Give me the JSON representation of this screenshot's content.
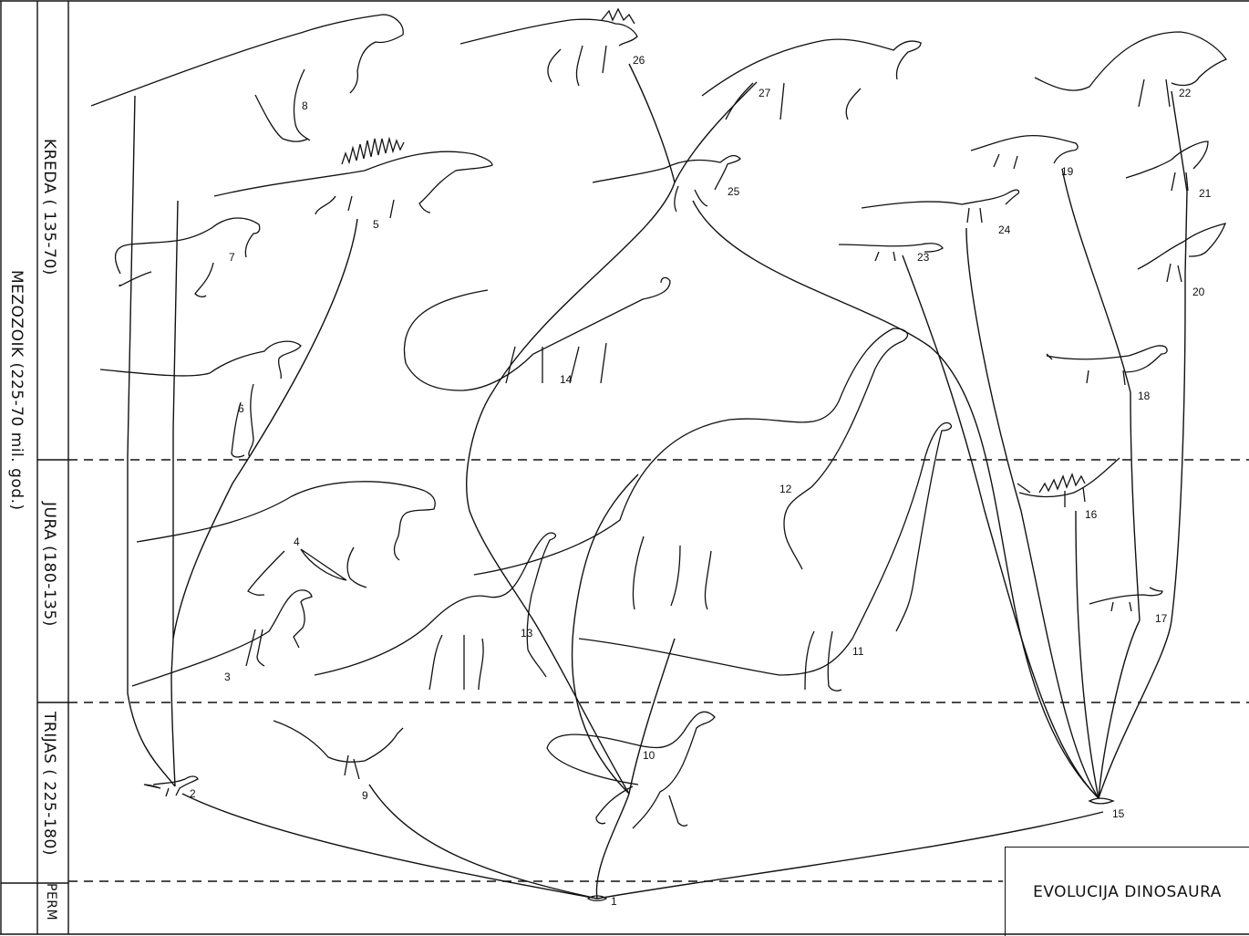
{
  "title": "EVOLUCIJA DINOSAURA",
  "era": "MEZOZOIK (225-70 mil. god.)",
  "periods": [
    {
      "key": "kreda",
      "label": "KREDA ( 135-70)"
    },
    {
      "key": "jura",
      "label": "JURA (180-135)"
    },
    {
      "key": "trijas",
      "label": "TRIJAS ( 225-180)"
    },
    {
      "key": "perm",
      "label": "PERM"
    }
  ],
  "specimens": [
    "1",
    "2",
    "3",
    "4",
    "5",
    "6",
    "7",
    "8",
    "9",
    "10",
    "11",
    "12",
    "13",
    "14",
    "15",
    "16",
    "17",
    "18",
    "19",
    "20",
    "21",
    "22",
    "23",
    "24",
    "25",
    "26",
    "27"
  ],
  "colors": {
    "ink": "#111111",
    "background": "#ffffff"
  }
}
